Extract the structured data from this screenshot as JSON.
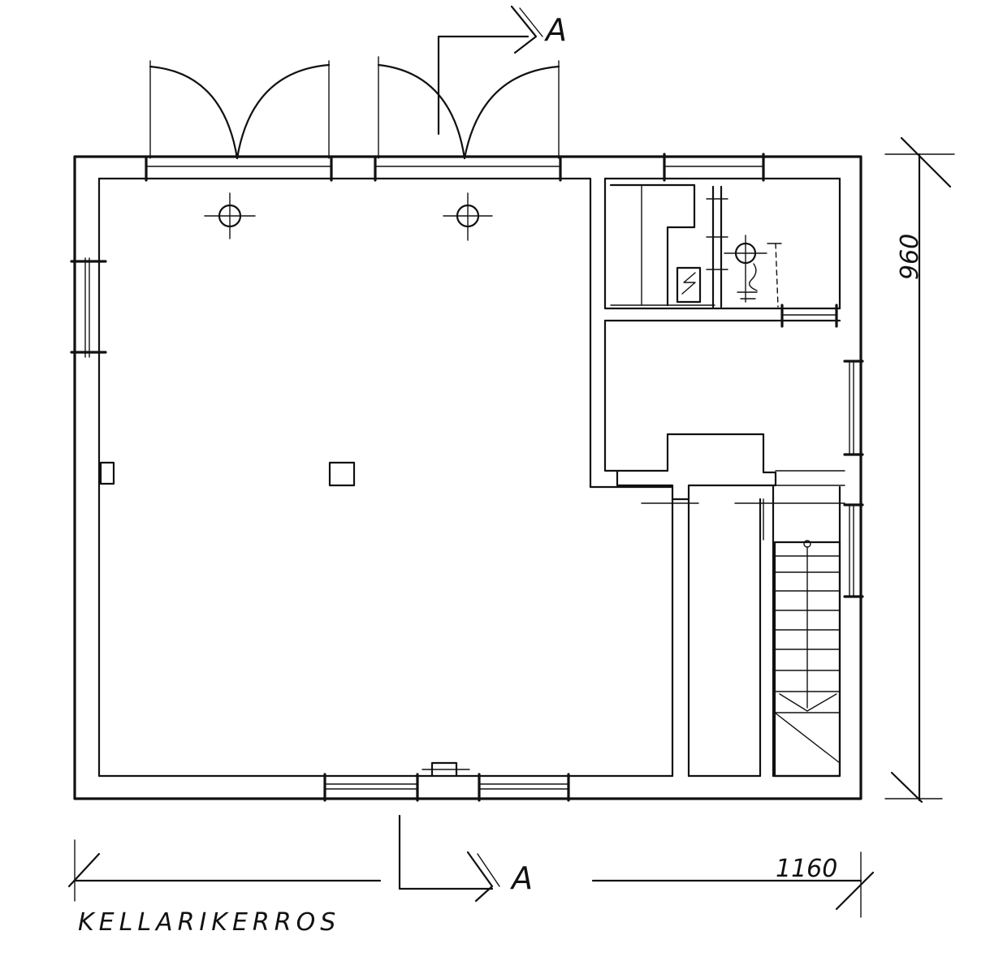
{
  "plan": {
    "title": "KELLARIKERROS",
    "section_marker_top": "A",
    "section_marker_bottom": "A",
    "dimension_width": "1160",
    "dimension_height": "960"
  }
}
